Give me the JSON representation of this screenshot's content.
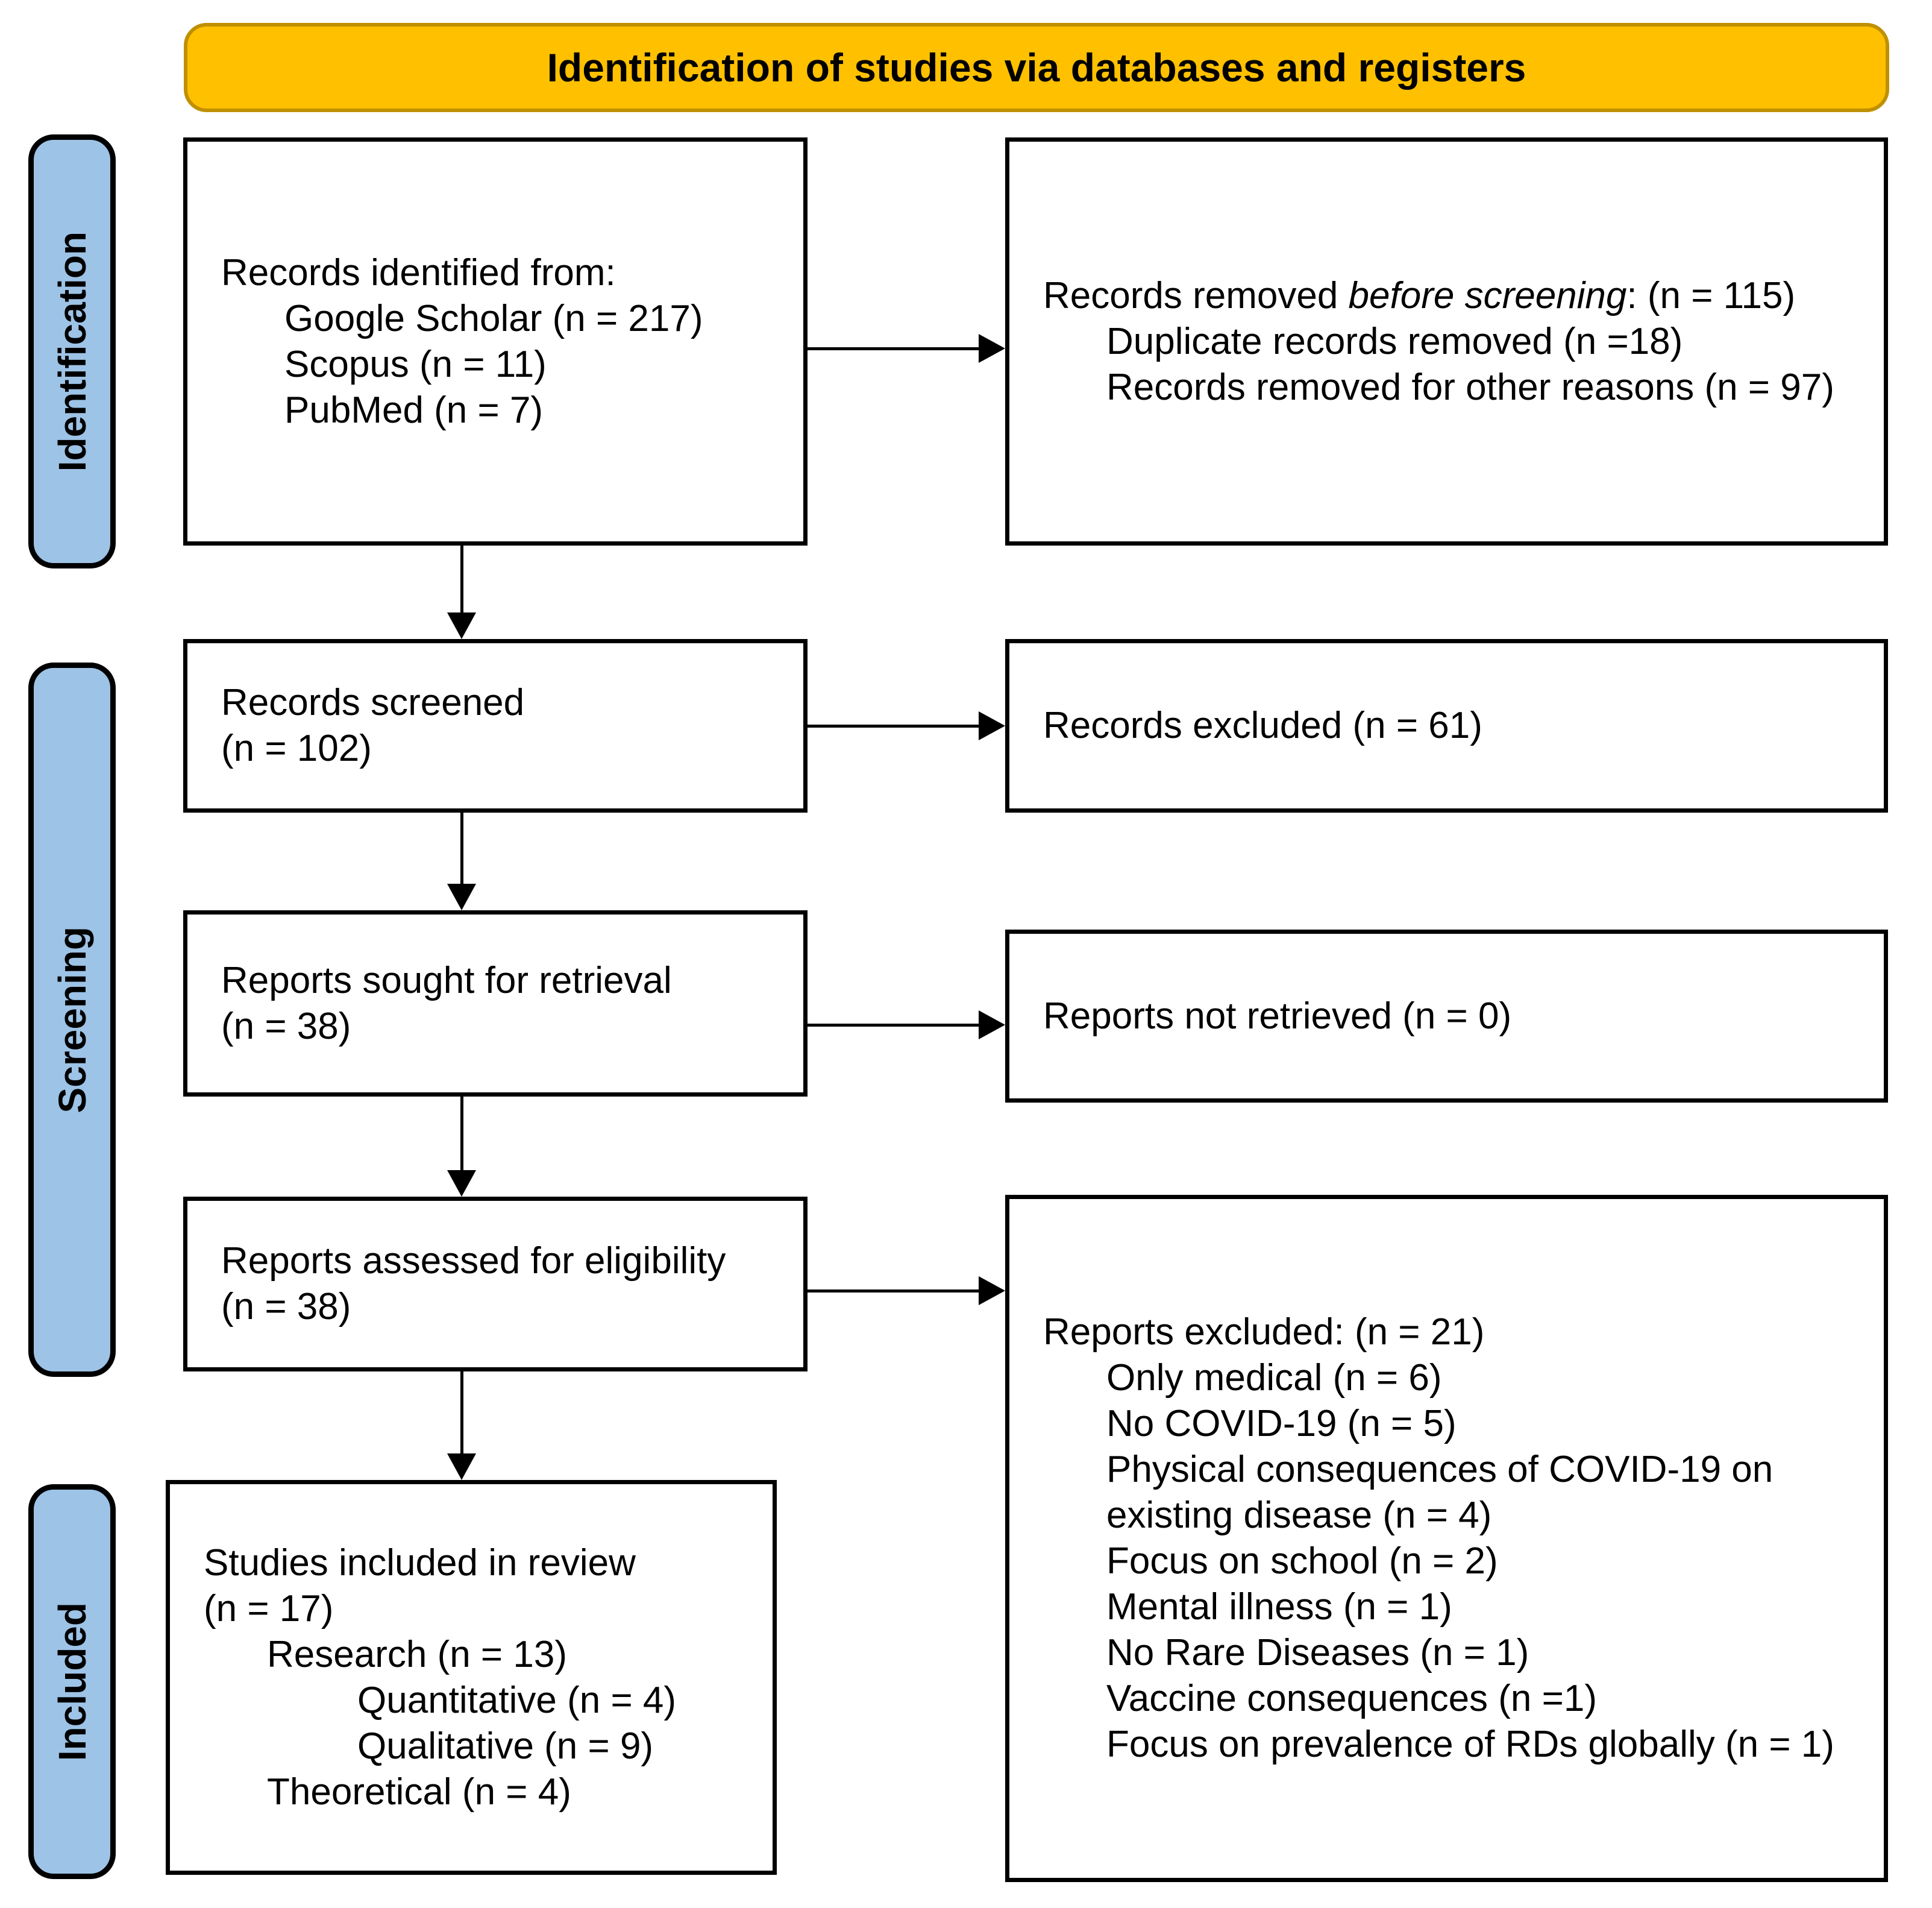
{
  "header": {
    "title": "Identification of studies via databases and registers"
  },
  "colors": {
    "header_fill": "#FFC000",
    "header_border": "#BF9000",
    "stage_fill": "#9DC3E6",
    "line_color": "#000000",
    "box_fill": "#FFFFFF"
  },
  "stages": [
    {
      "label": "Identification"
    },
    {
      "label": "Screening"
    },
    {
      "label": "Included"
    }
  ],
  "boxes": {
    "records_identified": {
      "lines": [
        "Records identified from:",
        "Google Scholar (n = 217)",
        "Scopus (n = 11)",
        "PubMed (n = 7)"
      ]
    },
    "records_removed": {
      "line1_prefix": "Records removed ",
      "line1_italic": "before screening",
      "line1_suffix": ": (n = 115)",
      "lines": [
        "Duplicate records removed (n =18)",
        "Records removed for other reasons (n = 97)"
      ]
    },
    "records_screened": {
      "lines": [
        "Records screened",
        "(n = 102)"
      ]
    },
    "records_excluded": {
      "lines": [
        "Records excluded (n = 61)"
      ]
    },
    "reports_sought": {
      "lines": [
        "Reports sought for retrieval",
        "(n = 38)"
      ]
    },
    "reports_not_retrieved": {
      "lines": [
        "Reports not retrieved (n = 0)"
      ]
    },
    "reports_assessed": {
      "lines": [
        "Reports assessed for eligibility",
        "(n = 38)"
      ]
    },
    "reports_excluded": {
      "lines": [
        "Reports excluded: (n = 21)",
        "Only medical (n = 6)",
        "No COVID-19 (n = 5)",
        "Physical consequences of COVID-19 on",
        "existing disease (n = 4)",
        "Focus on school (n = 2)",
        "Mental illness (n = 1)",
        "No Rare Diseases (n = 1)",
        "Vaccine consequences (n =1)",
        "Focus on prevalence of RDs globally (n = 1)"
      ]
    },
    "studies_included": {
      "lines": [
        "Studies included in review",
        "(n = 17)",
        "Research (n = 13)",
        "Quantitative (n = 4)",
        "Qualitative (n = 9)",
        "Theoretical (n = 4)"
      ]
    }
  }
}
